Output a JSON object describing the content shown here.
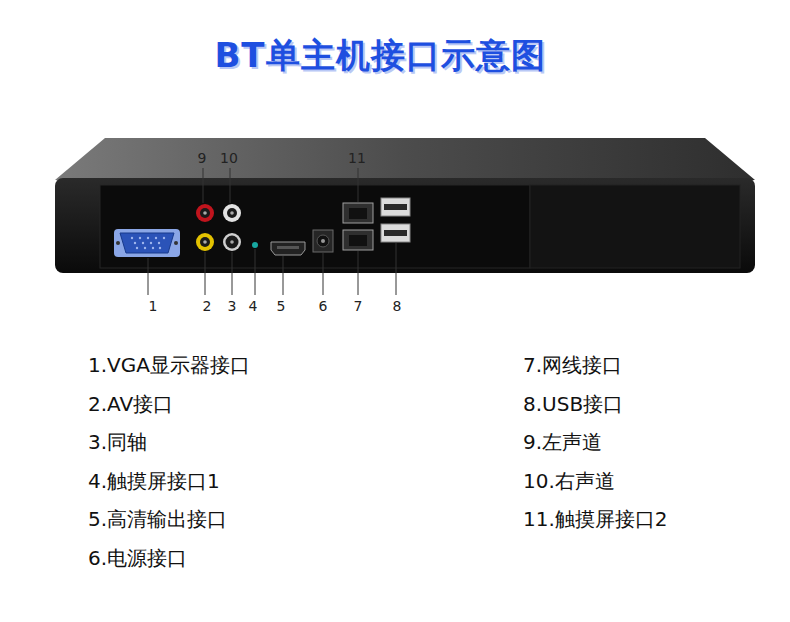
{
  "diagram": {
    "title": "BT单主机接口示意图",
    "labels": [
      "9",
      "10",
      "11",
      "1",
      "2",
      "3",
      "4",
      "5",
      "6",
      "7",
      "8",
      "1.VGA显示器接口",
      "2.AV接口",
      "3.同轴",
      "4.触摸屏接口1",
      "5.高清输出接口",
      "6.电源接口",
      "7.网线接口",
      "8.USB接口",
      "9.左声道",
      "10.右声道",
      "11.触摸屏接口2"
    ]
  }
}
